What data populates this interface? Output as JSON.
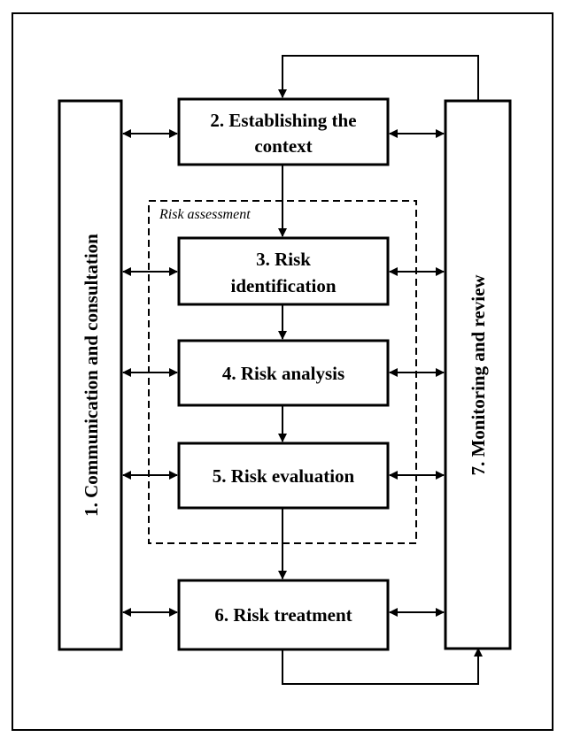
{
  "diagram": {
    "box_communication": "1. Communication and consultation",
    "box_context_line1": "2. Establishing the",
    "box_context_line2": "context",
    "group_label": "Risk assessment",
    "box_identification_line1": "3. Risk",
    "box_identification_line2": "identification",
    "box_analysis": "4. Risk analysis",
    "box_evaluation": "5. Risk evaluation",
    "box_treatment": "6. Risk treatment",
    "box_monitoring": "7. Monitoring and review"
  }
}
